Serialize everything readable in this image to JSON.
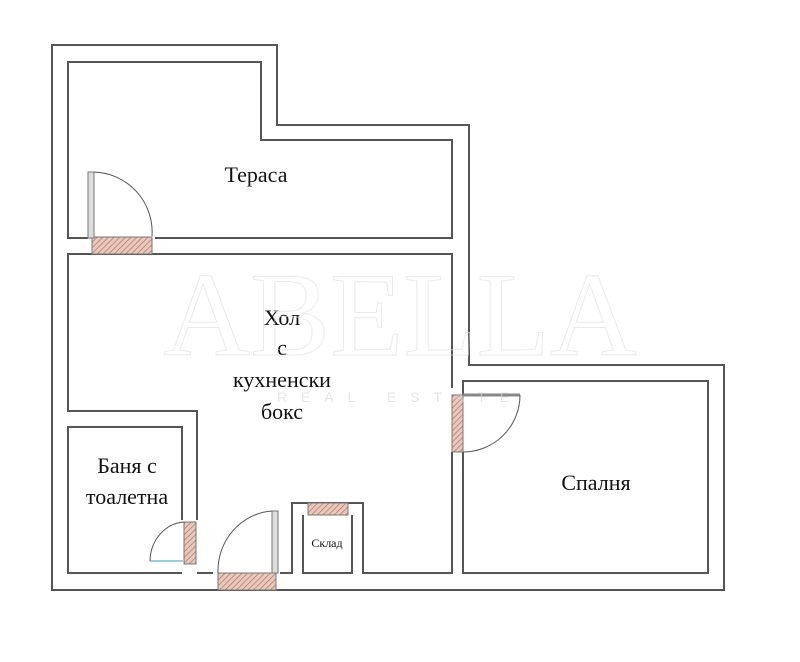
{
  "watermark": {
    "brand": "ABELLA",
    "tagline": "REAL ESTATE"
  },
  "rooms": {
    "terrace": "Тераса",
    "living_line1": "Хол",
    "living_line2": "с",
    "living_line3": "кухненски",
    "living_line4": "бокс",
    "bath_line1": "Баня с",
    "bath_line2": "тоалетна",
    "storage": "Склад",
    "bedroom": "Спалня"
  },
  "colors": {
    "wall": "#555555",
    "door_hatch": "#c98f7a"
  }
}
